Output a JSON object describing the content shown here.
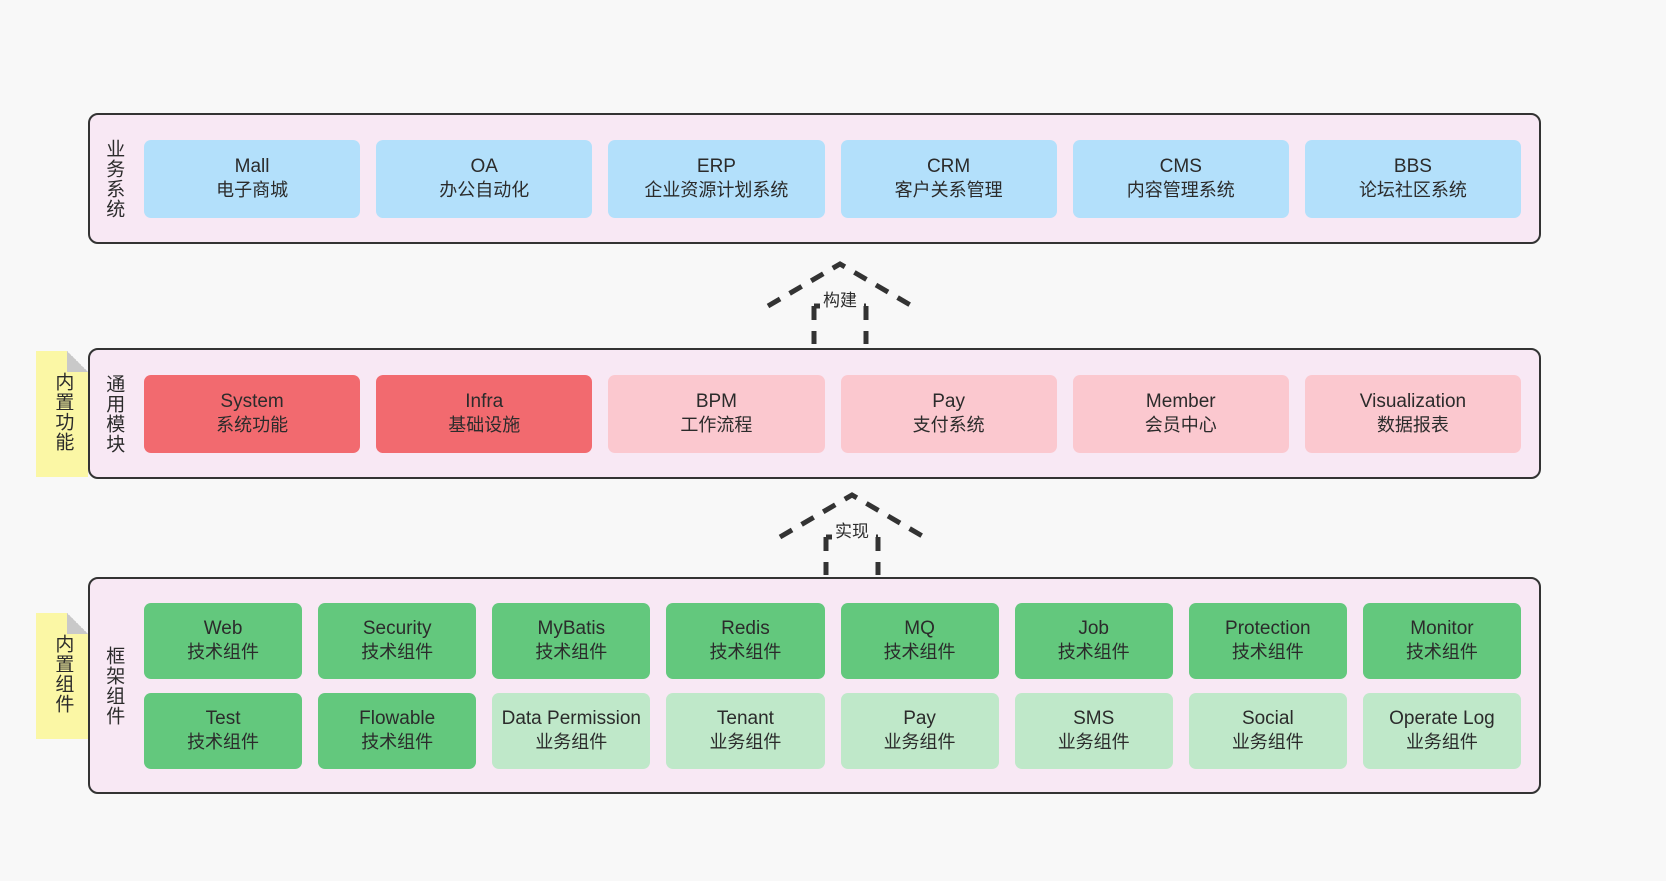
{
  "diagram": {
    "layers": [
      {
        "id": "business",
        "title": "业务系统",
        "rows": [
          {
            "cells": [
              {
                "name": "Mall",
                "desc": "电子商城",
                "color": "blue"
              },
              {
                "name": "OA",
                "desc": "办公自动化",
                "color": "blue"
              },
              {
                "name": "ERP",
                "desc": "企业资源计划系统",
                "color": "blue"
              },
              {
                "name": "CRM",
                "desc": "客户关系管理",
                "color": "blue"
              },
              {
                "name": "CMS",
                "desc": "内容管理系统",
                "color": "blue"
              },
              {
                "name": "BBS",
                "desc": "论坛社区系统",
                "color": "blue"
              }
            ]
          }
        ]
      },
      {
        "id": "modules",
        "title": "通用模块",
        "rows": [
          {
            "cells": [
              {
                "name": "System",
                "desc": "系统功能",
                "color": "red"
              },
              {
                "name": "Infra",
                "desc": "基础设施",
                "color": "red"
              },
              {
                "name": "BPM",
                "desc": "工作流程",
                "color": "pink"
              },
              {
                "name": "Pay",
                "desc": "支付系统",
                "color": "pink"
              },
              {
                "name": "Member",
                "desc": "会员中心",
                "color": "pink"
              },
              {
                "name": "Visualization",
                "desc": "数据报表",
                "color": "pink"
              }
            ]
          }
        ]
      },
      {
        "id": "framework",
        "title": "框架组件",
        "rows": [
          {
            "cells": [
              {
                "name": "Web",
                "desc": "技术组件",
                "color": "green"
              },
              {
                "name": "Security",
                "desc": "技术组件",
                "color": "green"
              },
              {
                "name": "MyBatis",
                "desc": "技术组件",
                "color": "green"
              },
              {
                "name": "Redis",
                "desc": "技术组件",
                "color": "green"
              },
              {
                "name": "MQ",
                "desc": "技术组件",
                "color": "green"
              },
              {
                "name": "Job",
                "desc": "技术组件",
                "color": "green"
              },
              {
                "name": "Protection",
                "desc": "技术组件",
                "color": "green"
              },
              {
                "name": "Monitor",
                "desc": "技术组件",
                "color": "green"
              }
            ]
          },
          {
            "cells": [
              {
                "name": "Test",
                "desc": "技术组件",
                "color": "green"
              },
              {
                "name": "Flowable",
                "desc": "技术组件",
                "color": "green"
              },
              {
                "name": "Data Permission",
                "desc": "业务组件",
                "color": "green-light"
              },
              {
                "name": "Tenant",
                "desc": "业务组件",
                "color": "green-light"
              },
              {
                "name": "Pay",
                "desc": "业务组件",
                "color": "green-light"
              },
              {
                "name": "SMS",
                "desc": "业务组件",
                "color": "green-light"
              },
              {
                "name": "Social",
                "desc": "业务组件",
                "color": "green-light"
              },
              {
                "name": "Operate Log",
                "desc": "业务组件",
                "color": "green-light"
              }
            ]
          }
        ]
      }
    ],
    "notes": [
      {
        "id": "features",
        "text": "内置功能"
      },
      {
        "id": "components",
        "text": "内置组件"
      }
    ],
    "connectors": [
      {
        "id": "build",
        "label": "构建"
      },
      {
        "id": "impl",
        "label": "实现"
      }
    ],
    "colors": {
      "background": "#f8f8f8",
      "layer_fill": "#f8e8f4",
      "layer_border": "#333333",
      "note_fill": "#fbf7a5",
      "note_fold": "#c9c9c9",
      "blue": "#b3e0fb",
      "red": "#f26a6f",
      "pink": "#fbc8cf",
      "green": "#63c87d",
      "green_light": "#bfe8c9",
      "text": "#2b2b2b"
    }
  }
}
